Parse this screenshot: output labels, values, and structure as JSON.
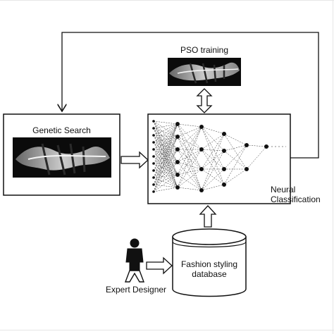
{
  "diagram": {
    "labels": {
      "pso_training": "PSO training",
      "genetic_search": "Genetic Search",
      "neural_classification_line1": "Neural",
      "neural_classification_line2": "Classification",
      "database_line1": "Fashion styling",
      "database_line2": "database",
      "expert_designer": "Expert Designer"
    },
    "colors": {
      "line": "#111111",
      "box_fill": "#ffffff",
      "frame": "#e6e6e6",
      "image_dark": "#0b0b0b",
      "image_light": "#e8e8e8"
    },
    "icons": {
      "person": "person-icon",
      "garment_images": "garment-image"
    }
  }
}
